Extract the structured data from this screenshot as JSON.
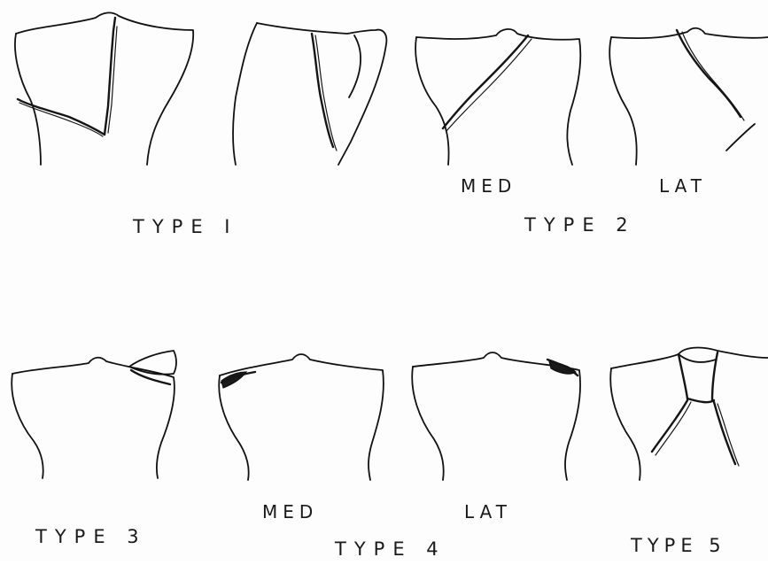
{
  "labels": {
    "type1": "TYPE I",
    "type2": "TYPE 2",
    "type2_med": "MED",
    "type2_lat": "LAT",
    "type3": "TYPE 3",
    "type4": "TYPE 4",
    "type4_med": "MED",
    "type4_lat": "LAT",
    "type5": "TYPE 5"
  },
  "colors": {
    "ink": "#111111",
    "paper": "#fdfdfd"
  }
}
